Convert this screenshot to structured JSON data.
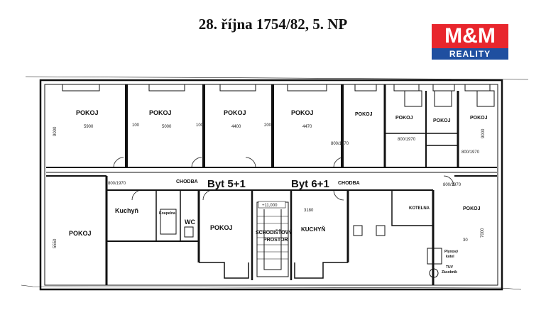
{
  "title": "28. října 1754/82, 5. NP",
  "logo": {
    "top": "M&M",
    "bottom": "REALITY",
    "colors": {
      "red": "#e8262d",
      "blue": "#1f4fa0"
    }
  },
  "labels": {
    "pokoj": "POKOJ",
    "chodba": "CHODBA",
    "byt_5_1": "Byt 5+1",
    "byt_6_1": "Byt 6+1",
    "kuchyn_left": "Kuchyň",
    "koupelna": "Koupelna",
    "wc": "WC",
    "schodistovy_1": "SCHODIŠŤOVÝ",
    "schodistovy_2": "PROSTOR",
    "kuchyn_right": "KUCHYŇ",
    "kotelna": "KOTELNA",
    "kotel_1": "Plynový",
    "kotel_2": "kotel",
    "tuv_1": "TUV",
    "tuv_2": "Zásobník"
  },
  "dims": {
    "d5900": "5900",
    "d5000": "5000",
    "d4400": "4400",
    "d4470": "4470",
    "d9000": "9000",
    "d5550": "5550",
    "d3180": "3180",
    "d7000": "7000",
    "d800_1970": "800/1970",
    "level": "+11,000",
    "d100": "100",
    "d200": "200",
    "d30": "30"
  }
}
